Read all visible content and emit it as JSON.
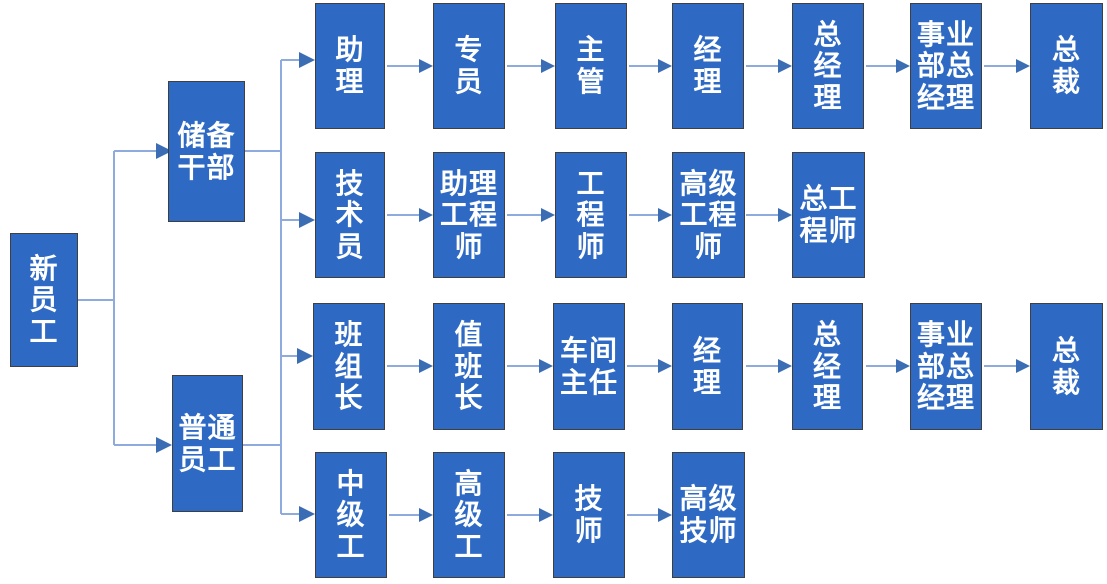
{
  "colors": {
    "node_fill": "#2E6AC4",
    "node_border": "#3F3F3F",
    "connector_line": "#8FAADC",
    "arrowhead": "#3B6DB5",
    "text": "#FFFFFF",
    "background": "#FFFFFF"
  },
  "nodes": {
    "root": {
      "label": "新员工",
      "display": "新\n员\n工"
    },
    "reserve": {
      "label": "储备干部",
      "display": "储备\n干部"
    },
    "regular": {
      "label": "普通员工",
      "display": "普通\n员工"
    },
    "r1": [
      {
        "label": "助理",
        "display": "助\n理"
      },
      {
        "label": "专员",
        "display": "专\n员"
      },
      {
        "label": "主管",
        "display": "主\n管"
      },
      {
        "label": "经理",
        "display": "经\n理"
      },
      {
        "label": "总经理",
        "display": "总\n经\n理"
      },
      {
        "label": "事业部总经理",
        "display": "事业\n部总\n经理"
      },
      {
        "label": "总裁",
        "display": "总\n裁"
      }
    ],
    "r2": [
      {
        "label": "技术员",
        "display": "技\n术\n员"
      },
      {
        "label": "助理工程师",
        "display": "助理\n工程\n师"
      },
      {
        "label": "工程师",
        "display": "工\n程\n师"
      },
      {
        "label": "高级工程师",
        "display": "高级\n工程\n师"
      },
      {
        "label": "总工程师",
        "display": "总工\n程师"
      }
    ],
    "r3": [
      {
        "label": "班组长",
        "display": "班\n组\n长"
      },
      {
        "label": "值班长",
        "display": "值\n班\n长"
      },
      {
        "label": "车间主任",
        "display": "车间\n主任"
      },
      {
        "label": "经理",
        "display": "经\n理"
      },
      {
        "label": "总经理",
        "display": "总\n经\n理"
      },
      {
        "label": "事业部总经理",
        "display": "事业\n部总\n经理"
      },
      {
        "label": "总裁",
        "display": "总\n裁"
      }
    ],
    "r4": [
      {
        "label": "中级工",
        "display": "中\n级\n工"
      },
      {
        "label": "高级工",
        "display": "高\n级\n工"
      },
      {
        "label": "技师",
        "display": "技\n师"
      },
      {
        "label": "高级技师",
        "display": "高级\n技师"
      }
    ]
  },
  "edges": [
    [
      "新员工",
      "储备干部"
    ],
    [
      "新员工",
      "普通员工"
    ],
    [
      "储备干部",
      "助理"
    ],
    [
      "储备干部",
      "技术员"
    ],
    [
      "普通员工",
      "班组长"
    ],
    [
      "普通员工",
      "中级工"
    ],
    [
      "助理",
      "专员"
    ],
    [
      "专员",
      "主管"
    ],
    [
      "主管",
      "经理"
    ],
    [
      "经理",
      "总经理"
    ],
    [
      "总经理",
      "事业部总经理"
    ],
    [
      "事业部总经理",
      "总裁"
    ],
    [
      "技术员",
      "助理工程师"
    ],
    [
      "助理工程师",
      "工程师"
    ],
    [
      "工程师",
      "高级工程师"
    ],
    [
      "高级工程师",
      "总工程师"
    ],
    [
      "班组长",
      "值班长"
    ],
    [
      "值班长",
      "车间主任"
    ],
    [
      "车间主任",
      "经理"
    ],
    [
      "经理",
      "总经理"
    ],
    [
      "总经理",
      "事业部总经理"
    ],
    [
      "事业部总经理",
      "总裁"
    ],
    [
      "中级工",
      "高级工"
    ],
    [
      "高级工",
      "技师"
    ],
    [
      "技师",
      "高级技师"
    ]
  ]
}
